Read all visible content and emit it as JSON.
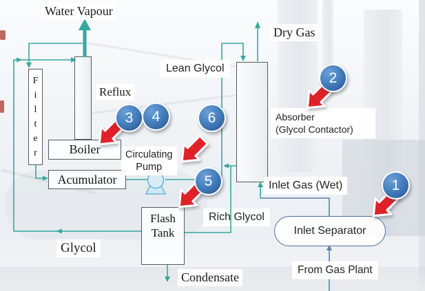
{
  "diagram": {
    "labels": {
      "water_vapour": "Water Vapour",
      "dry_gas": "Dry Gas",
      "reflux": "Reflux",
      "lean_glycol": "Lean Glycol",
      "circulating_pump": {
        "line1": "Circulating",
        "line2": "Pump"
      },
      "rich_glycol": "Rich Glycol",
      "inlet_gas_wet": "Inlet Gas (Wet)",
      "from_gas_plant": "From Gas Plant",
      "glycol": "Glycol",
      "condensate": "Condensate",
      "absorber": {
        "line1": "Absorber",
        "line2": "(Glycol Contactor)"
      }
    },
    "equipment": {
      "filter": {
        "letters": [
          "F",
          "i",
          "l",
          "t",
          "e",
          "r"
        ]
      },
      "boiler": "Boiler",
      "acumulator": "Acumulator",
      "flash_tank": {
        "line1": "Flash",
        "line2": "Tank"
      },
      "inlet_separator": "Inlet Separator"
    },
    "markers": [
      {
        "number": "1"
      },
      {
        "number": "2"
      },
      {
        "number": "3"
      },
      {
        "number": "4"
      },
      {
        "number": "5"
      },
      {
        "number": "6"
      }
    ],
    "colors": {
      "line_teal": "#35a79e",
      "line_blue": "#5b80ab",
      "marker_blue": "#3a72b0",
      "arrow_red": "#e02128"
    }
  }
}
